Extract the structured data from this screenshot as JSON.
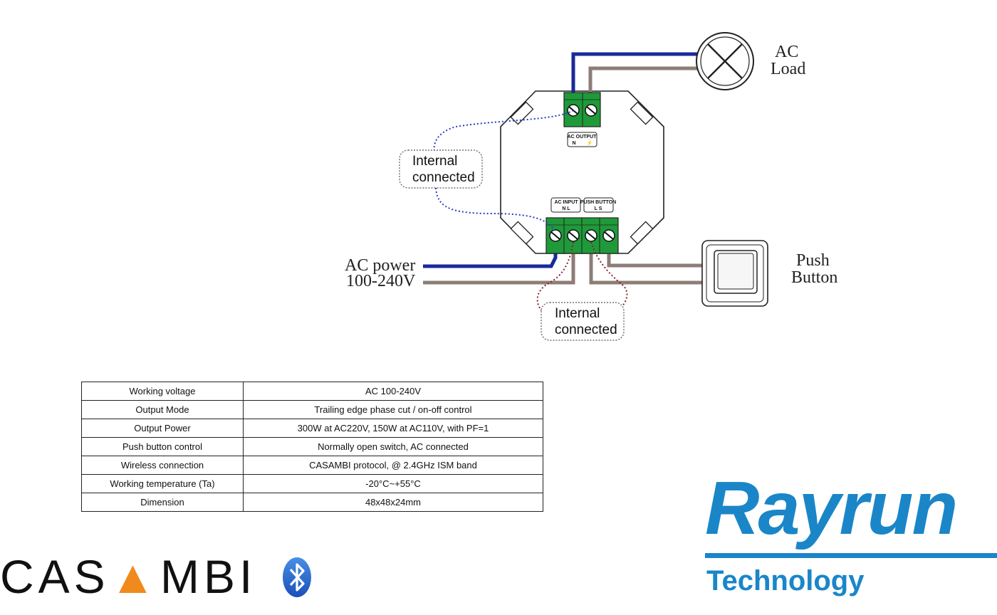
{
  "diagram": {
    "labels": {
      "ac_load_line1": "AC",
      "ac_load_line2": "Load",
      "ac_power_line1": "AC power",
      "ac_power_line2": "100-240V",
      "push_button_line1": "Push",
      "push_button_line2": "Button",
      "internal_top_line1": "Internal",
      "internal_top_line2": "connected",
      "internal_bottom_line1": "Internal",
      "internal_bottom_line2": "connected",
      "ac_output": "AC OUTPUT",
      "ac_output_pins": "N",
      "ac_input": "AC INPUT",
      "ac_input_pins": "N    L",
      "push_button_small": "PUSH BUTTON",
      "push_button_pins": "L     S"
    },
    "colors": {
      "neutral_wire": "#1a2a9a",
      "live_wire": "#8c7d77",
      "terminal": "#1f9a3a",
      "dotted_blue": "#2a3ac0",
      "dotted_red": "#8a1f2a"
    }
  },
  "specs": {
    "rows": [
      {
        "key": "Working voltage",
        "value": "AC 100-240V"
      },
      {
        "key": "Output Mode",
        "value": "Trailing edge phase cut /  on-off control"
      },
      {
        "key": "Output Power",
        "value": "300W at AC220V, 150W at AC110V, with PF=1"
      },
      {
        "key": "Push button control",
        "value": "Normally open switch, AC connected"
      },
      {
        "key": "Wireless connection",
        "value": "CASAMBI protocol, @ 2.4GHz ISM band"
      },
      {
        "key": "Working temperature (Ta)",
        "value": "-20°C~+55°C"
      },
      {
        "key": "Dimension",
        "value": "48x48x24mm"
      }
    ]
  },
  "logos": {
    "casambi": "CASAMBI",
    "rayrun": "Rayrun",
    "rayrun_sub": "Technology",
    "casambi_accent": "#f08a1c",
    "rayrun_color": "#1a86c8",
    "bluetooth_icon": "bluetooth-icon"
  }
}
